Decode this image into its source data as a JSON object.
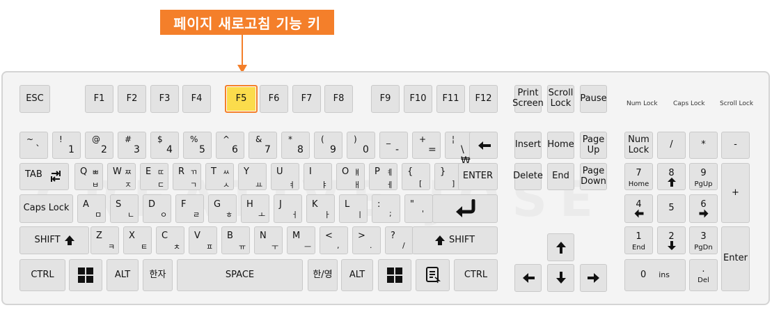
{
  "callout": {
    "text": "페이지 새로고침 기능 키"
  },
  "indicators": {
    "num_lock": "Num Lock",
    "caps_lock": "Caps Lock",
    "scroll_lock": "Scroll Lock"
  },
  "watermark": "CREATIVE JOSE",
  "function_row": {
    "esc": "ESC",
    "f1": "F1",
    "f2": "F2",
    "f3": "F3",
    "f4": "F4",
    "f5": "F5",
    "f6": "F6",
    "f7": "F7",
    "f8": "F8",
    "f9": "F9",
    "f10": "F10",
    "f11": "F11",
    "f12": "F12",
    "print": "Print\nScreen",
    "scroll": "Scroll\nLock",
    "pause": "Pause"
  },
  "number_row": [
    {
      "id": "tilde",
      "top": "~",
      "bot": "`"
    },
    {
      "id": "1",
      "top": "!",
      "bot": "1"
    },
    {
      "id": "2",
      "top": "@",
      "bot": "2"
    },
    {
      "id": "3",
      "top": "#",
      "bot": "3"
    },
    {
      "id": "4",
      "top": "$",
      "bot": "4"
    },
    {
      "id": "5",
      "top": "%",
      "bot": "5"
    },
    {
      "id": "6",
      "top": "^",
      "bot": "6"
    },
    {
      "id": "7",
      "top": "&",
      "bot": "7"
    },
    {
      "id": "8",
      "top": "*",
      "bot": "8"
    },
    {
      "id": "9",
      "top": "(",
      "bot": "9"
    },
    {
      "id": "0",
      "top": ")",
      "bot": "0"
    },
    {
      "id": "minus",
      "top": "_",
      "bot": "-"
    },
    {
      "id": "equals",
      "top": "+",
      "bot": "="
    },
    {
      "id": "won",
      "top": "¦",
      "bot": "\\ ₩"
    }
  ],
  "q_row": [
    {
      "id": "q",
      "en": "Q",
      "ko_top": "ㅃ",
      "ko_bot": "ㅂ"
    },
    {
      "id": "w",
      "en": "W",
      "ko_top": "ㅉ",
      "ko_bot": "ㅈ"
    },
    {
      "id": "e",
      "en": "E",
      "ko_top": "ㄸ",
      "ko_bot": "ㄷ"
    },
    {
      "id": "r",
      "en": "R",
      "ko_top": "ㄲ",
      "ko_bot": "ㄱ"
    },
    {
      "id": "t",
      "en": "T",
      "ko_top": "ㅆ",
      "ko_bot": "ㅅ"
    },
    {
      "id": "y",
      "en": "Y",
      "ko_top": "",
      "ko_bot": "ㅛ"
    },
    {
      "id": "u",
      "en": "U",
      "ko_top": "",
      "ko_bot": "ㅕ"
    },
    {
      "id": "i",
      "en": "I",
      "ko_top": "",
      "ko_bot": "ㅑ"
    },
    {
      "id": "o",
      "en": "O",
      "ko_top": "ㅒ",
      "ko_bot": "ㅐ"
    },
    {
      "id": "p",
      "en": "P",
      "ko_top": "ㅖ",
      "ko_bot": "ㅔ"
    },
    {
      "id": "lbracket",
      "en": "{",
      "ko_top": "",
      "ko_bot": "["
    },
    {
      "id": "rbracket",
      "en": "}",
      "ko_top": "",
      "ko_bot": "]"
    }
  ],
  "a_row": [
    {
      "id": "a",
      "en": "A",
      "ko_bot": "ㅁ"
    },
    {
      "id": "s",
      "en": "S",
      "ko_bot": "ㄴ"
    },
    {
      "id": "d",
      "en": "D",
      "ko_bot": "ㅇ"
    },
    {
      "id": "f",
      "en": "F",
      "ko_bot": "ㄹ"
    },
    {
      "id": "g",
      "en": "G",
      "ko_bot": "ㅎ"
    },
    {
      "id": "h",
      "en": "H",
      "ko_bot": "ㅗ"
    },
    {
      "id": "j",
      "en": "J",
      "ko_bot": "ㅓ"
    },
    {
      "id": "k",
      "en": "K",
      "ko_bot": "ㅏ"
    },
    {
      "id": "l",
      "en": "L",
      "ko_bot": "ㅣ"
    },
    {
      "id": "semicolon",
      "en": ":",
      "ko_bot": ";"
    },
    {
      "id": "quote",
      "en": "\"",
      "ko_bot": "'"
    }
  ],
  "z_row": [
    {
      "id": "z",
      "en": "Z",
      "ko_bot": "ㅋ"
    },
    {
      "id": "x",
      "en": "X",
      "ko_bot": "ㅌ"
    },
    {
      "id": "c",
      "en": "C",
      "ko_bot": "ㅊ"
    },
    {
      "id": "v",
      "en": "V",
      "ko_bot": "ㅍ"
    },
    {
      "id": "b",
      "en": "B",
      "ko_bot": "ㅠ"
    },
    {
      "id": "n",
      "en": "N",
      "ko_bot": "ㅜ"
    },
    {
      "id": "m",
      "en": "M",
      "ko_bot": "ㅡ"
    },
    {
      "id": "comma",
      "en": "<",
      "ko_bot": ","
    },
    {
      "id": "period",
      "en": ">",
      "ko_bot": "."
    },
    {
      "id": "slash",
      "en": "?",
      "ko_bot": "/"
    }
  ],
  "mods": {
    "tab": "TAB",
    "enter": "ENTER",
    "caps": "Caps Lock",
    "shift_l": "SHIFT",
    "shift_r": "SHIFT",
    "ctrl_l": "CTRL",
    "alt_l": "ALT",
    "hanja": "한자",
    "space": "SPACE",
    "hanyeong": "한/영",
    "alt_r": "ALT",
    "ctrl_r": "CTRL"
  },
  "nav": {
    "insert": "Insert",
    "home": "Home",
    "pageup": "Page\nUp",
    "delete": "Delete",
    "end": "End",
    "pagedown": "Page\nDown"
  },
  "numpad": {
    "numlock": "Num\nLock",
    "divide": "/",
    "multiply": "*",
    "minus": "-",
    "plus": "+",
    "enter": "Enter",
    "n7": "7",
    "n7s": "Home",
    "n8": "8",
    "n9": "9",
    "n9s": "PgUp",
    "n4": "4",
    "n5": "5",
    "n6": "6",
    "n1": "1",
    "n1s": "End",
    "n2": "2",
    "n3": "3",
    "n3s": "PgDn",
    "n0": "0",
    "n0s": "ins",
    "dot": ".",
    "dots": "Del"
  }
}
